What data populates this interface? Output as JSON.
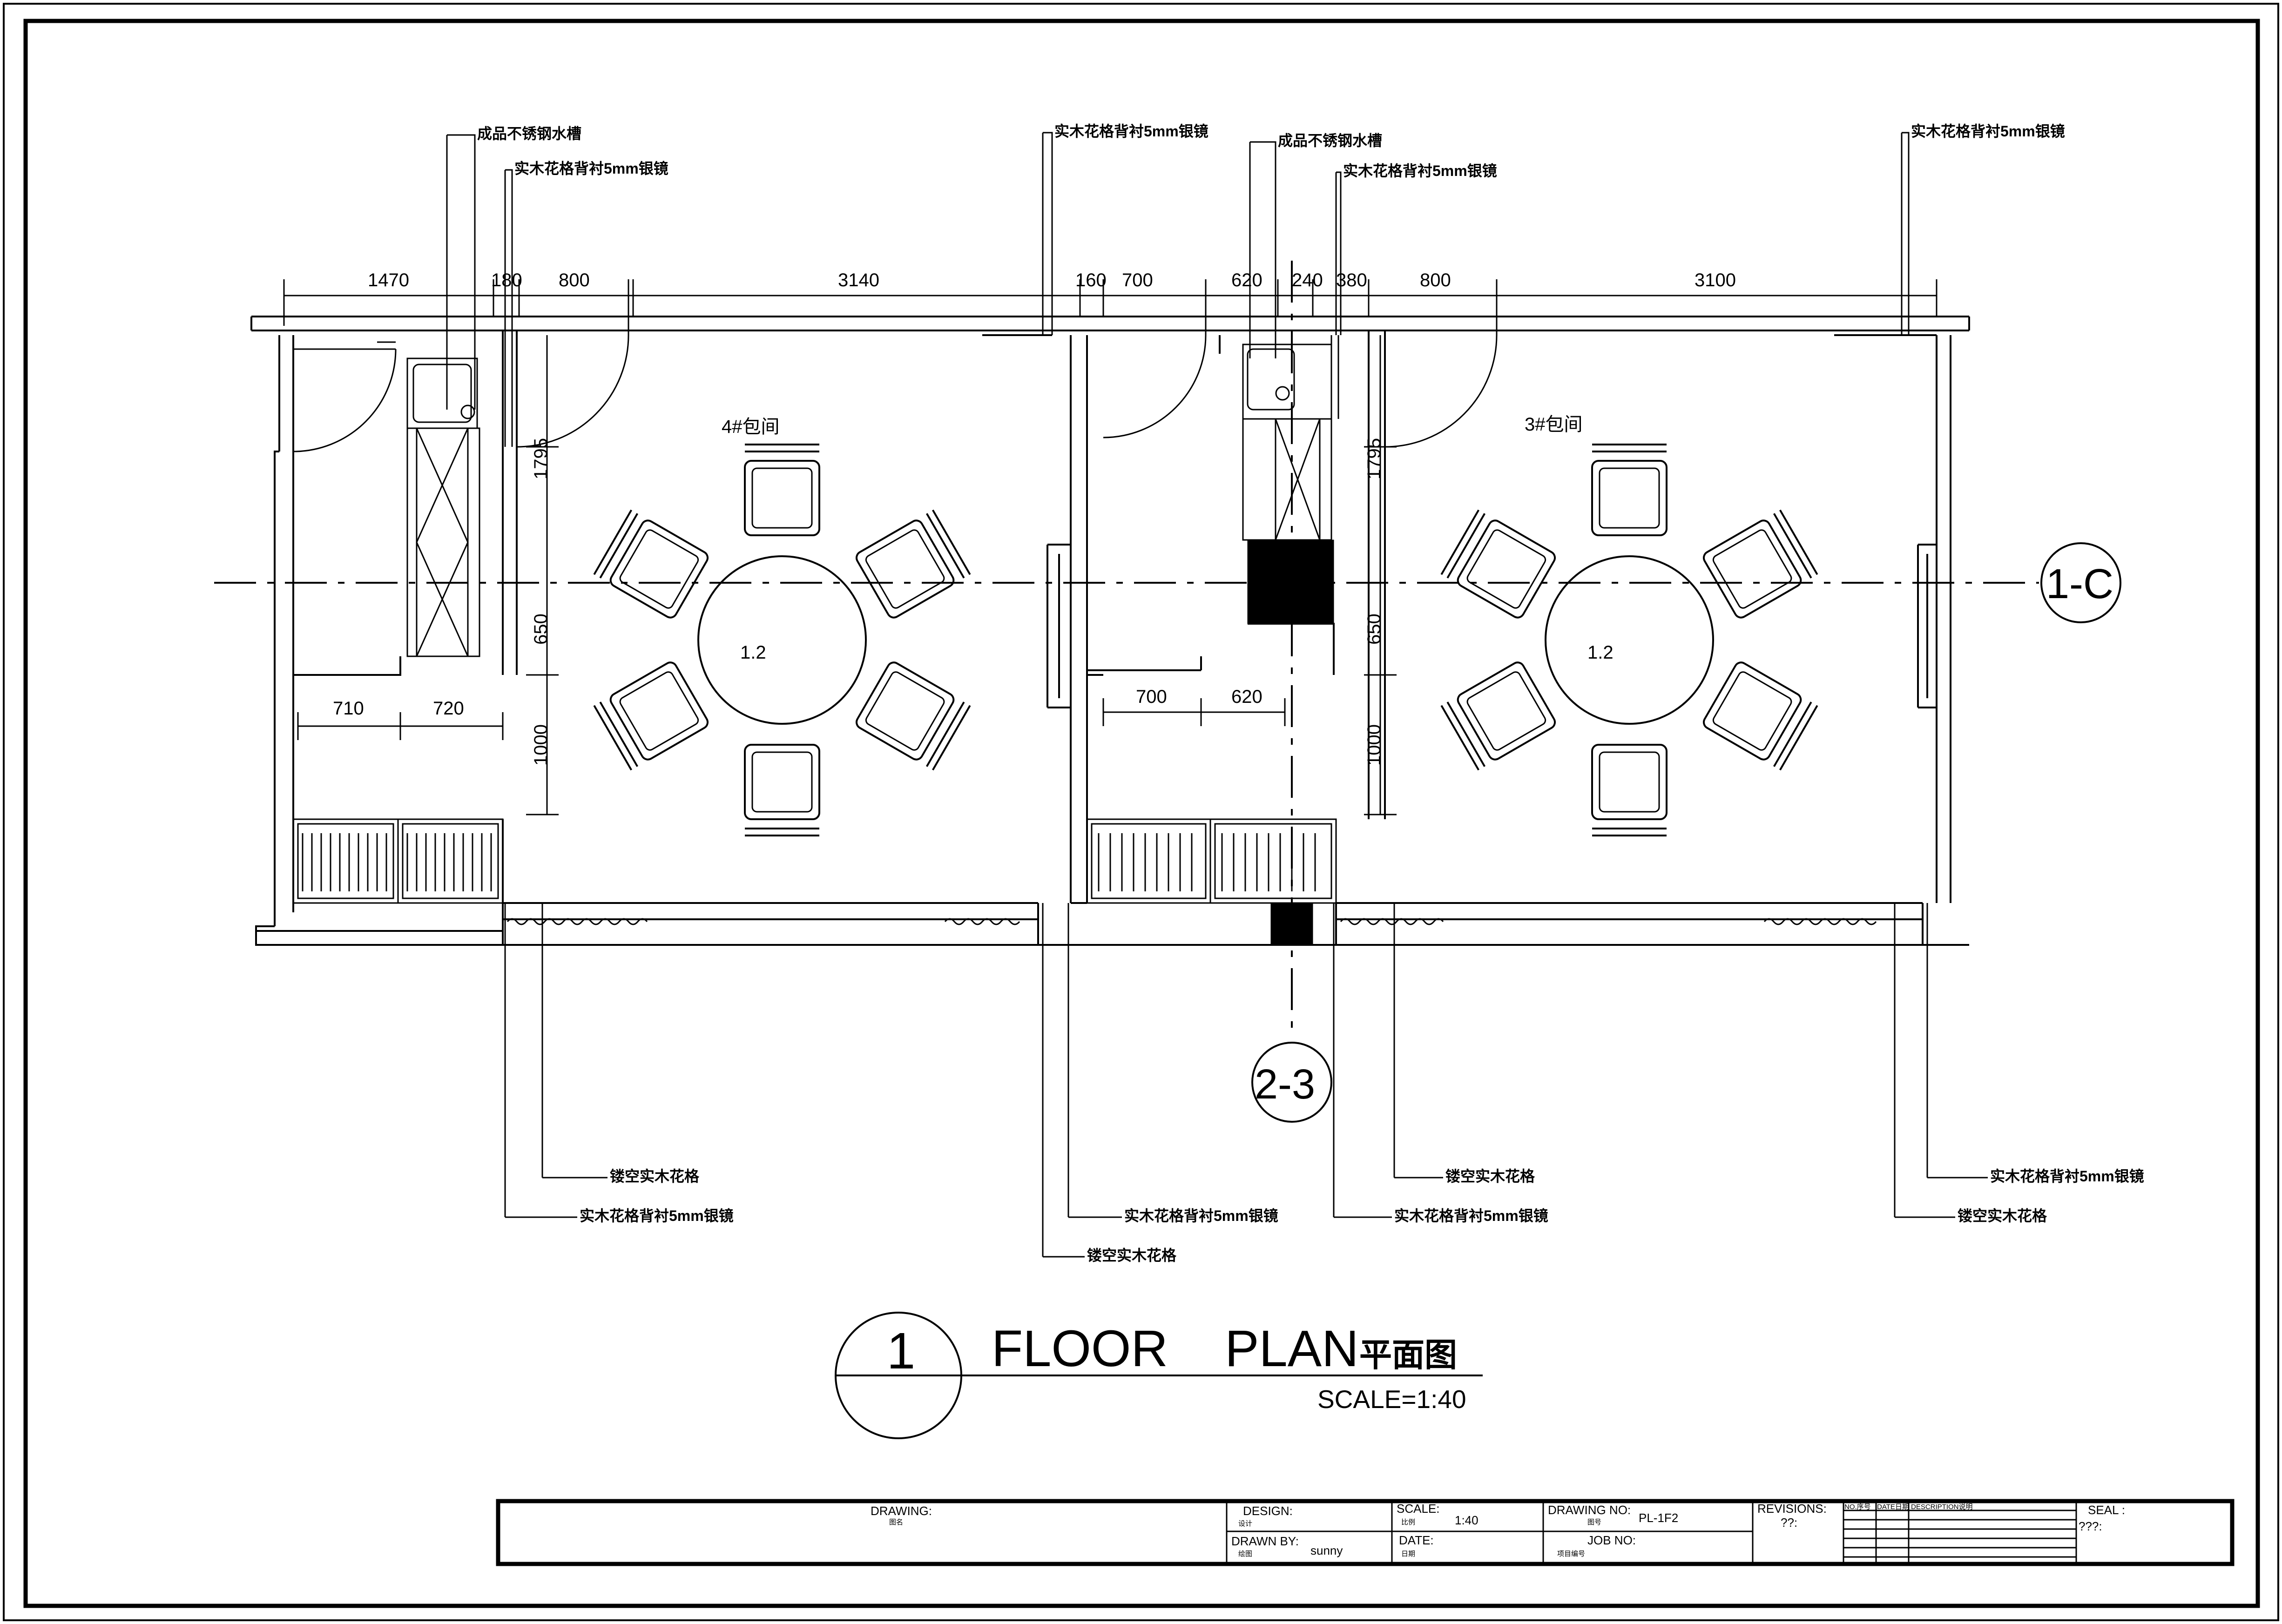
{
  "title": {
    "number": "1",
    "text": "FLOOR    PLAN",
    "subtitle_cn": "平面图",
    "scale": "SCALE=1:40"
  },
  "rooms": [
    {
      "name": "4#包间",
      "table_label": "1.2"
    },
    {
      "name": "3#包间",
      "table_label": "1.2"
    }
  ],
  "section_marks": [
    "1-C",
    "2-3"
  ],
  "dimensions": {
    "top_left": [
      "1470",
      "180",
      "800",
      "3140"
    ],
    "top_right": [
      "160",
      "700",
      "620",
      "240",
      "380",
      "800",
      "3100"
    ],
    "vertical_left": [
      "1795",
      "650",
      "1000"
    ],
    "vertical_right": [
      "1795",
      "650",
      "1000"
    ],
    "horizontal_left": [
      "710",
      "720"
    ],
    "horizontal_right": [
      "700",
      "620"
    ]
  },
  "callouts": {
    "sink_1": "成品不锈钢水槽",
    "wood_lattice_mirror": "实木花格背衬5mm银镜",
    "hollow_wood_lattice": "镂空实木花格"
  },
  "title_block": {
    "drawing_label": "DRAWING:",
    "drawing_cn": "图名",
    "design_label": "DESIGN:",
    "design_cn": "设计",
    "drawn_by_label": "DRAWN BY:",
    "drawn_by_cn": "绘图",
    "drawn_by_value": "sunny",
    "scale_label": "SCALE:",
    "scale_cn": "比例",
    "scale_value": "1:40",
    "date_label": "DATE:",
    "date_cn": "日期",
    "drawing_no_label": "DRAWING NO:",
    "drawing_no_cn": "图号",
    "drawing_no_value": "PL-1F2",
    "job_no_label": "JOB NO:",
    "job_no_cn": "项目编号",
    "revisions_label": "REVISIONS:",
    "revisions_value": "??:",
    "rev_col_no": "NO.序号",
    "rev_col_date": "DATE日期",
    "rev_col_desc": "DESCRIPTION说明",
    "seal_label": "SEAL :",
    "seal_value": "???:"
  }
}
